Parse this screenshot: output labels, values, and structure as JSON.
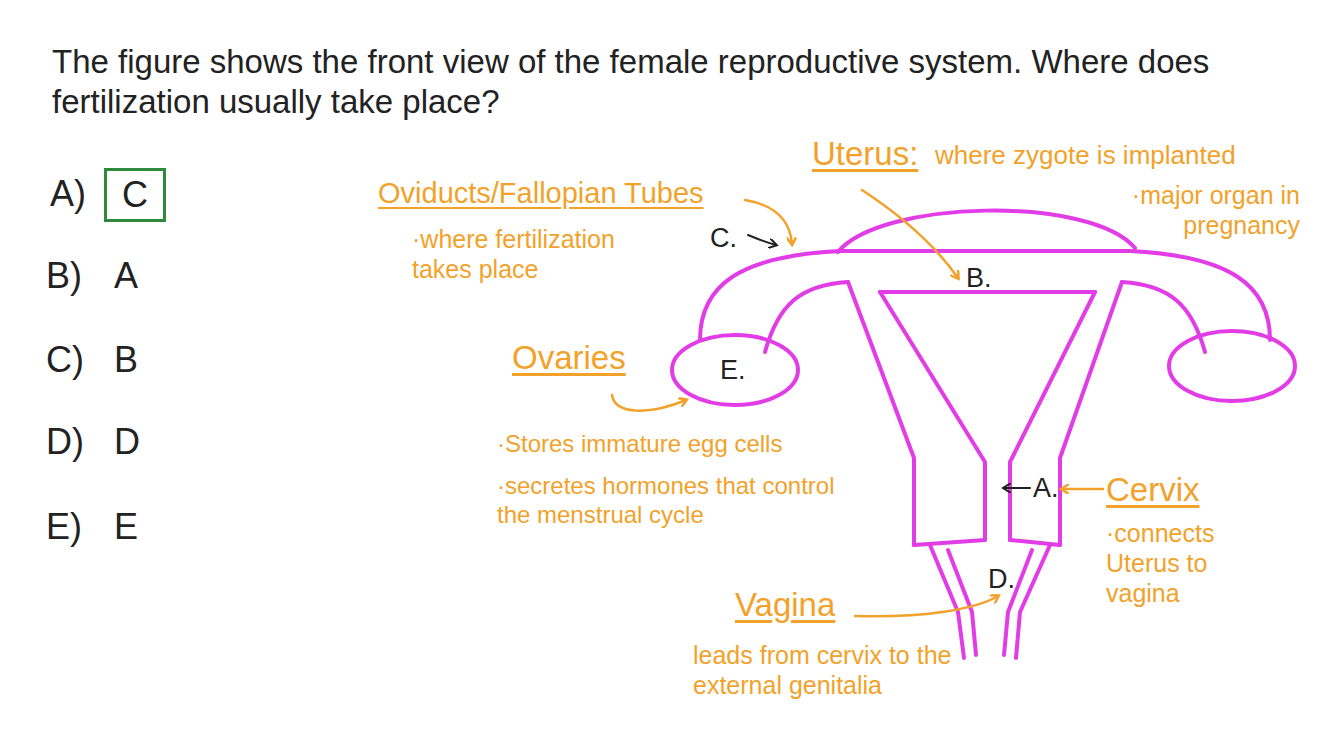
{
  "diagram": {
    "title": "The figure shows the front view of the female reproductive system. Where does fertilization usually take place?",
    "nodes": [
      {
        "text": [
          "C"
        ]
      }
    ],
    "labels": [
      "A)",
      "B)",
      "A",
      "C)",
      "B",
      "D)",
      "D",
      "E)",
      "E",
      "Oviducts/Fallopian Tubes",
      "·where fertilization takes place",
      "C.",
      "Uterus:",
      "where zygote is implanted",
      "·major organ in pregnancy",
      "B.",
      "Ovaries",
      "E.",
      "·Stores immature egg cells",
      "·secretes hormones that control the menstrual cycle",
      "A.",
      "Cervix",
      "·connects Uterus to vagina",
      "D.",
      "Vagina",
      "leads from cervix to the external genitalia"
    ]
  }
}
